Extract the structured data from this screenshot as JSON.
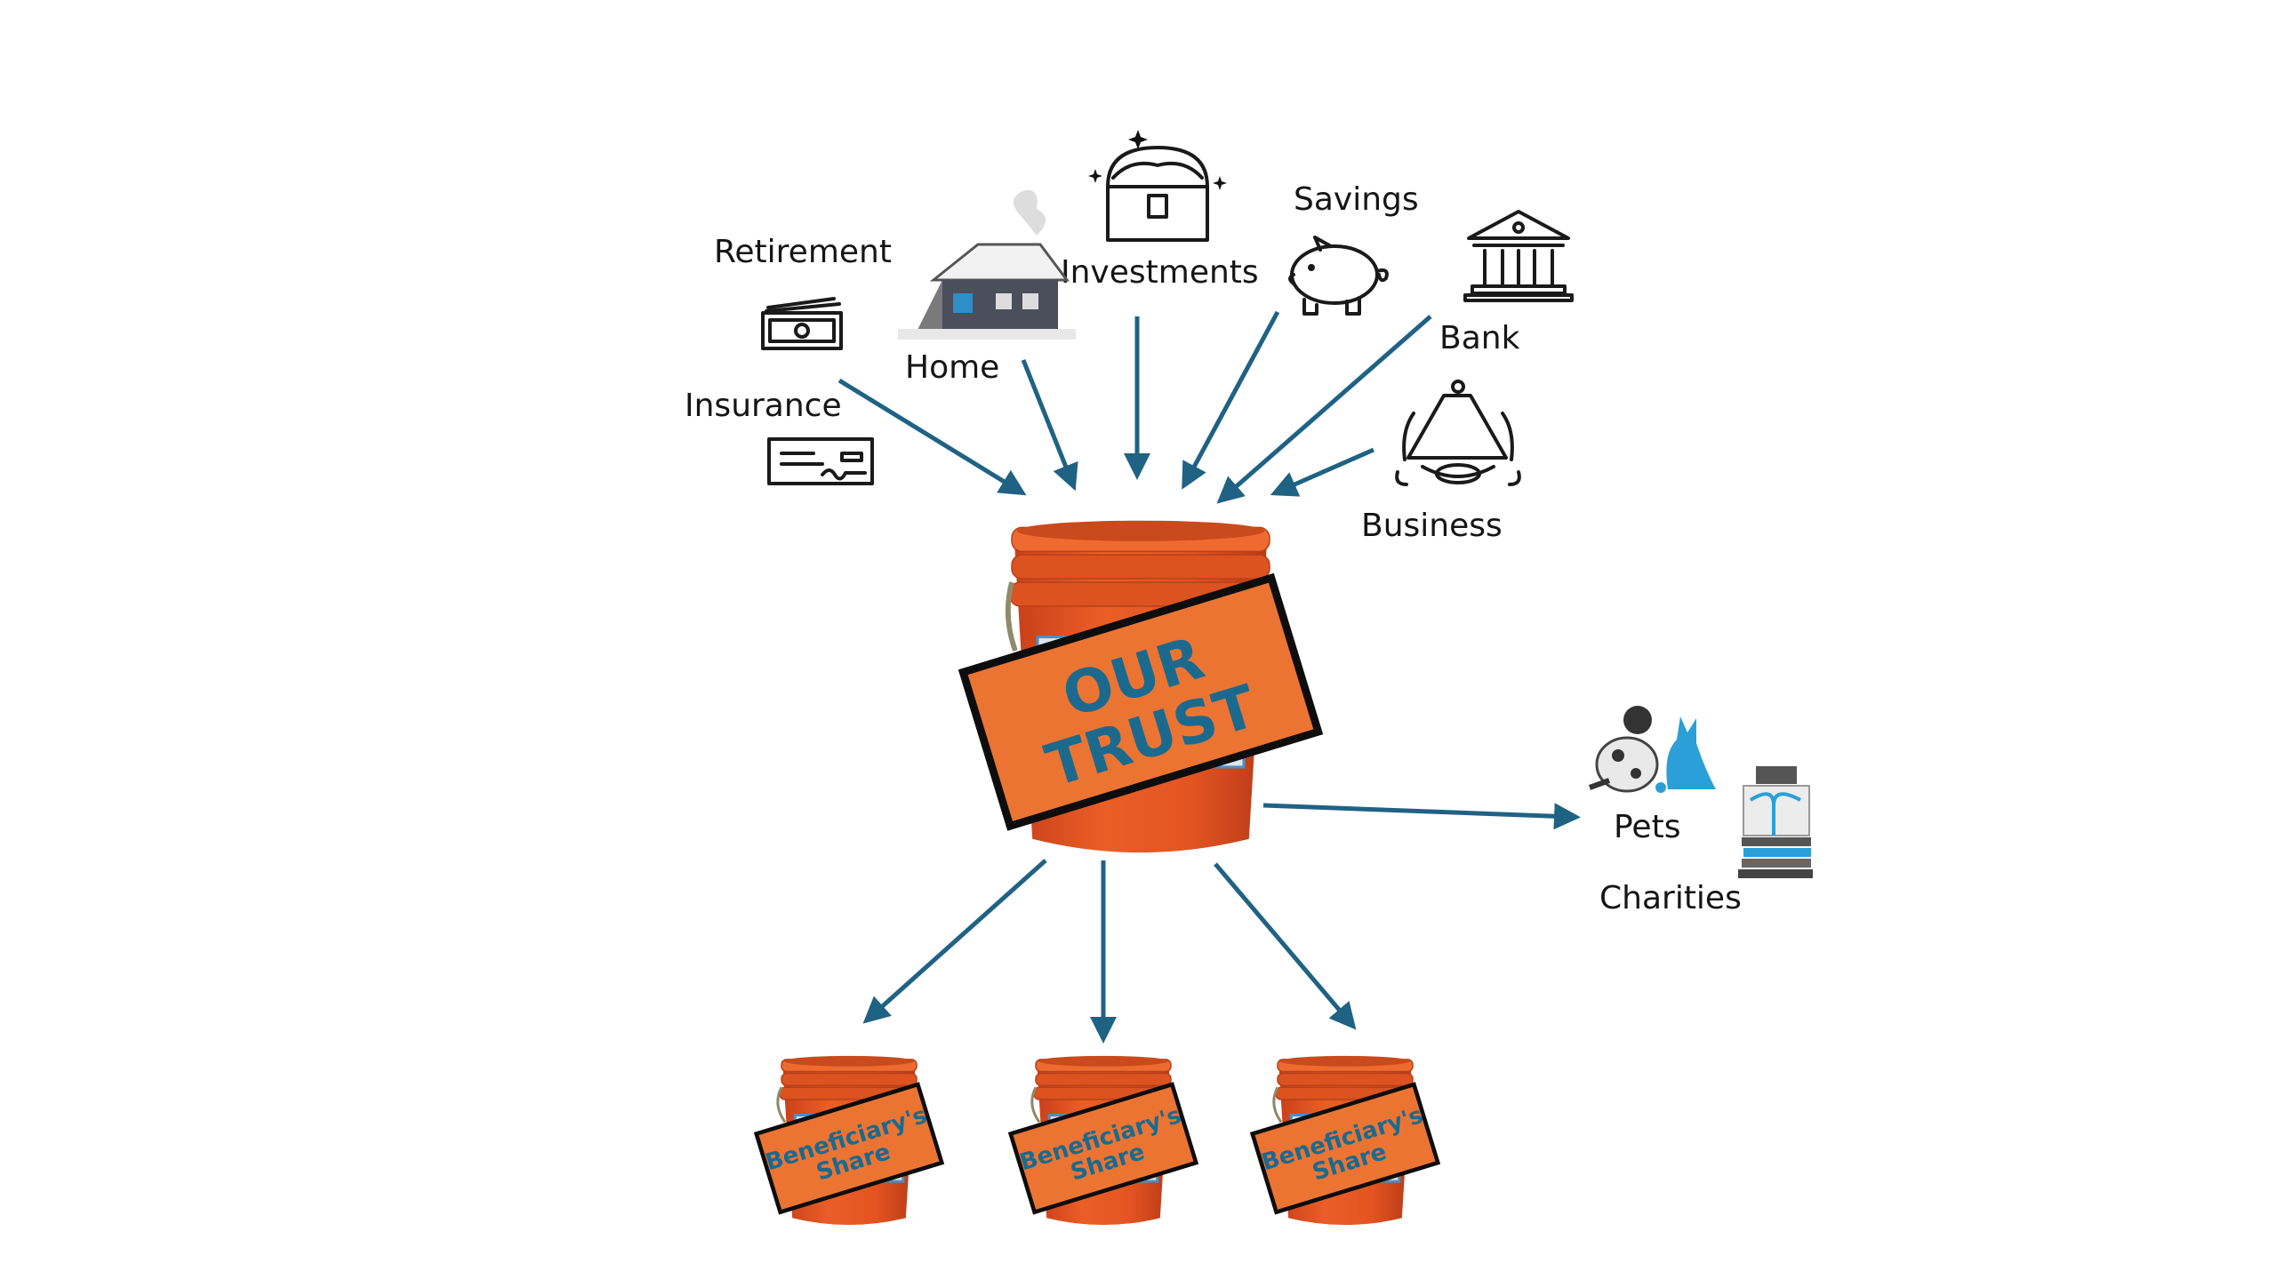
{
  "sources": {
    "retirement": "Retirement",
    "insurance": "Insurance",
    "home": "Home",
    "investments": "Investments",
    "savings": "Savings",
    "bank": "Bank",
    "business": "Business"
  },
  "trust": {
    "line1": "OUR",
    "line2": "TRUST"
  },
  "other_beneficiaries": {
    "pets": "Pets",
    "charities": "Charities"
  },
  "shares": [
    {
      "line1": "Beneficiary's",
      "line2": "Share"
    },
    {
      "line1": "Beneficiary's",
      "line2": "Share"
    },
    {
      "line1": "Beneficiary's",
      "line2": "Share"
    }
  ],
  "colors": {
    "bucket": "#e0531f",
    "label": "#ec7433",
    "text": "#1b6a8e",
    "arrow": "#1f6284"
  },
  "icons": [
    "cash-icon",
    "check-icon",
    "house-icon",
    "treasure-chest-icon",
    "piggy-bank-icon",
    "bank-building-icon",
    "conference-table-icon",
    "pets-icon",
    "gift-books-icon"
  ]
}
